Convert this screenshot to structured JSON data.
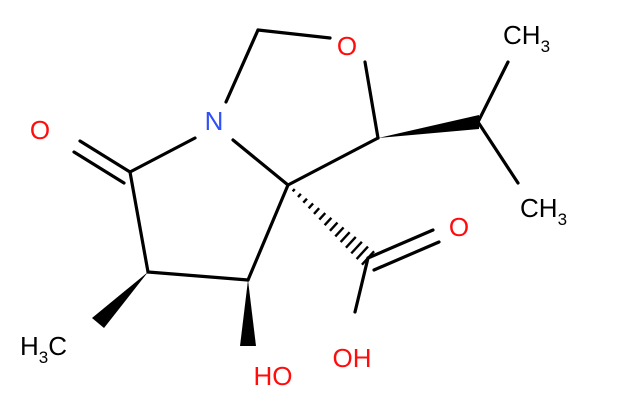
{
  "colors": {
    "bond": "#000000",
    "oxygen": "#ff0d0d",
    "nitrogen": "#3050f8",
    "carbon_label": "#000000"
  },
  "atoms": {
    "o_ring": "O",
    "n_ring": "N",
    "o_ketone": "O",
    "o_acid_carbonyl": "O",
    "oh_acid": {
      "main": "OH"
    },
    "ho_ring": {
      "main": "HO"
    },
    "ch3_top": {
      "main": "CH",
      "sub": "3"
    },
    "ch3_right": {
      "main": "CH",
      "sub": "3"
    },
    "h3c_left": {
      "h": "H",
      "sub": "3",
      "c": "C"
    }
  }
}
